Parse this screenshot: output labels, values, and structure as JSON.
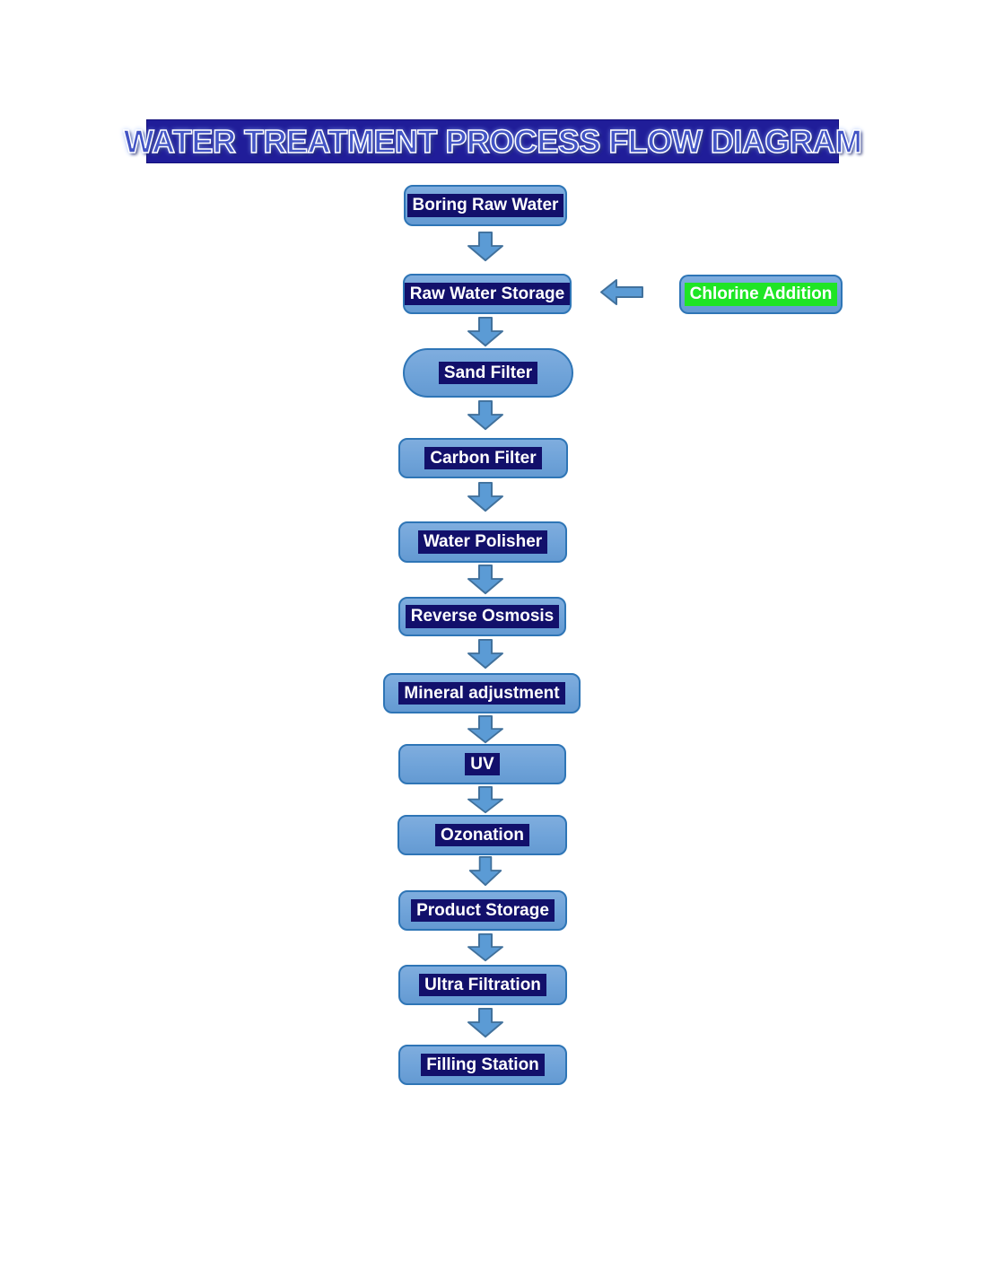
{
  "title": {
    "text": "WATER TREATMENT PROCESS FLOW DIAGRAM"
  },
  "flow": {
    "steps": [
      {
        "label": "Boring Raw Water",
        "shape": "rounded-rect",
        "highlight": "navy"
      },
      {
        "label": "Raw Water Storage",
        "shape": "rounded-rect",
        "highlight": "navy"
      },
      {
        "label": "Sand Filter",
        "shape": "stadium",
        "highlight": "navy"
      },
      {
        "label": "Carbon Filter",
        "shape": "rounded-rect",
        "highlight": "navy"
      },
      {
        "label": "Water Polisher",
        "shape": "rounded-rect",
        "highlight": "navy"
      },
      {
        "label": "Reverse Osmosis",
        "shape": "rounded-rect",
        "highlight": "navy"
      },
      {
        "label": "Mineral adjustment",
        "shape": "rounded-rect",
        "highlight": "navy"
      },
      {
        "label": "UV",
        "shape": "rounded-rect",
        "highlight": "navy"
      },
      {
        "label": "Ozonation",
        "shape": "rounded-rect",
        "highlight": "navy"
      },
      {
        "label": "Product Storage",
        "shape": "rounded-rect",
        "highlight": "navy"
      },
      {
        "label": "Ultra Filtration",
        "shape": "rounded-rect",
        "highlight": "navy"
      },
      {
        "label": "Filling Station",
        "shape": "rounded-rect",
        "highlight": "navy"
      }
    ],
    "annotation": {
      "label": "Chlorine Addition",
      "highlight": "green",
      "connects_to": "Raw Water Storage",
      "arrow_direction": "left"
    }
  },
  "colors": {
    "page_background": "#ffffff",
    "title_background": "#201d99",
    "title_text": "#4254c5",
    "box_fill": "#6fa3d9",
    "box_border": "#2e75b6",
    "arrow_fill": "#5b9bd5",
    "arrow_border": "#41719c",
    "label_highlight_navy": "#12106b",
    "label_highlight_green": "#1fe525",
    "label_text": "#ffffff"
  }
}
